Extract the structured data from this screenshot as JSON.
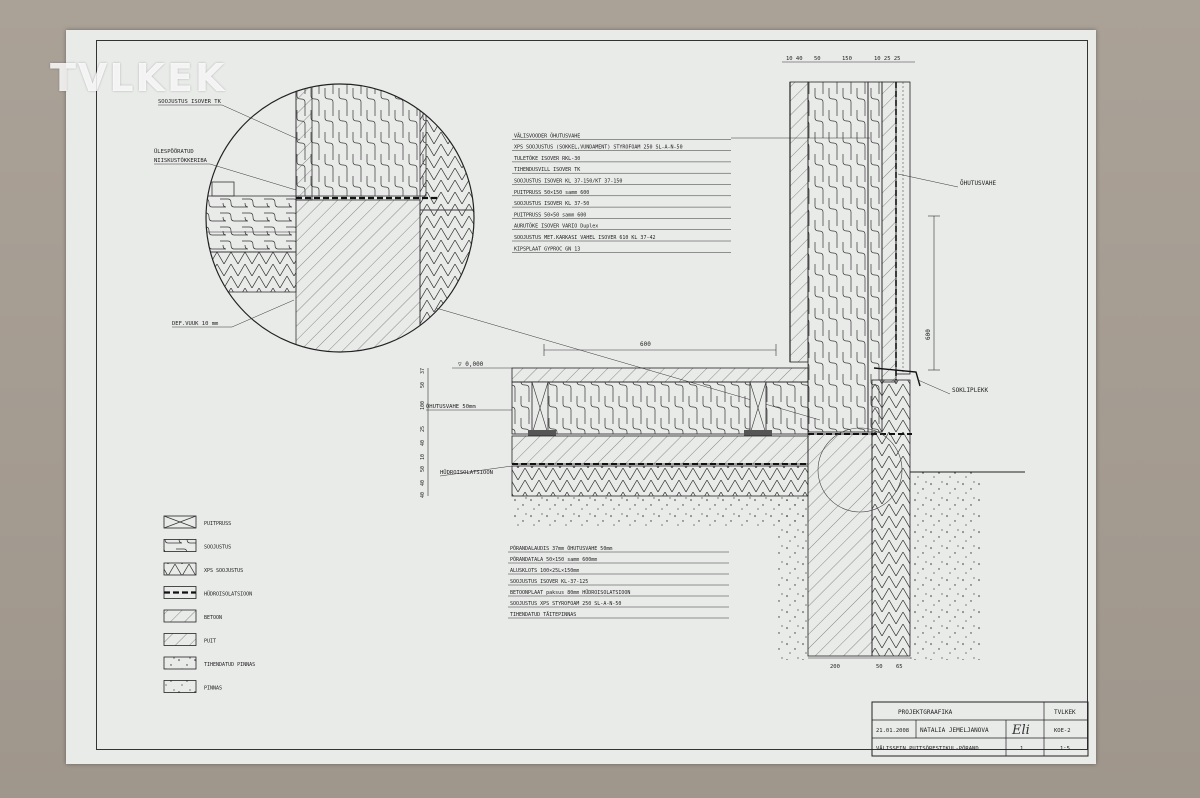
{
  "watermark": "TVLKEK",
  "top_dims": [
    "10 40",
    "50",
    "150",
    "10 25 25"
  ],
  "dim_600_horizontal": "600",
  "dim_600_vertical": "600",
  "level_mark": "0,000",
  "left_dims": [
    "37",
    "50",
    "100",
    "25",
    "40",
    "10",
    "50",
    "40",
    "40"
  ],
  "bottom_dims": [
    "200",
    "50",
    "65"
  ],
  "detail_labels": {
    "insulation_tk": "SOOJUSTUS ISOVER TK",
    "firestop": "ÜLESPÖÖRATUD\nNIISKUSTÕKKERIBA",
    "gap": "DEF.VUUK 10 mm"
  },
  "wall_spec": [
    "VÄLISVOODER   ÕHUTUSVAHE",
    "XPS SOOJUSTUS (SOKKEL,VUNDAMENT)  STYROFOAM 250 SL-A-N-50",
    "TULETÕKE  ISOVER RKL-30",
    "TIHENDUSVILL  ISOVER TK",
    "SOOJUSTUS  ISOVER KL 37-150/KT 37-150",
    "PUITPRUSS  50×150 samm 600",
    "SOOJUSTUS  ISOVER KL 37-50",
    "PUITPRUSS  50×50 samm 600",
    "AURUTÕKE  ISOVER VARIO Duplex",
    "SOOJUSTUS  MET.KARKASI VAHEL  ISOVER 610 KL 37-42",
    "KIPSPLAAT  GYPROC GN 13"
  ],
  "floor_spec": [
    "PÕRANDALAUDIS 37mm     ÕHUTUSVAHE 50mm",
    "PÕRANDATALA  50×150 samm 600mm",
    "ALUSKLOTS  100×25L×150mm",
    "SOOJUSTUS   ISOVER KL-37-125",
    "BETOONPLAAT paksus 80mm      HÜDROISOLATSIOON",
    "SOOJUSTUS XPS  STYROFOAM 250 SL-A-N-50",
    "TIHENDATUD TÄITEPINNAS"
  ],
  "callouts": {
    "ohutusvahe_right": "ÕHUTUSVAHE",
    "sokliplekk": "SOKLIPLEKK",
    "ohutusvahe_left": "ÕHUTUSVAHE 50mm",
    "hydro": "HÜDROISOLATSIOON"
  },
  "legend": [
    {
      "label": "PUITPRUSS",
      "pattern": "timber"
    },
    {
      "label": "SOOJUSTUS",
      "pattern": "insulation"
    },
    {
      "label": "XPS SOOJUSTUS",
      "pattern": "xps"
    },
    {
      "label": "HÜDROISOLATSIOON",
      "pattern": "hydro"
    },
    {
      "label": "BETOON",
      "pattern": "concrete"
    },
    {
      "label": "PUIT",
      "pattern": "wood"
    },
    {
      "label": "TIHENDATUD PINNAS",
      "pattern": "compacted"
    },
    {
      "label": "PINNAS",
      "pattern": "soil"
    }
  ],
  "title_block": {
    "subject": "PROJEKTGRAAFIKA",
    "school": "TVLKEK",
    "date": "21.01.2008",
    "author": "NATALIA JEMELJANOVA",
    "signature": "Eli",
    "code": "KOE-2",
    "title": "VÄLISSEIN PUITSÕRESTIKUL-PÕRAND",
    "sheet": "1",
    "scale": "1:5"
  },
  "colors": {
    "ink": "#222222",
    "paper": "#e9ebe9",
    "board": "#a69d93"
  }
}
